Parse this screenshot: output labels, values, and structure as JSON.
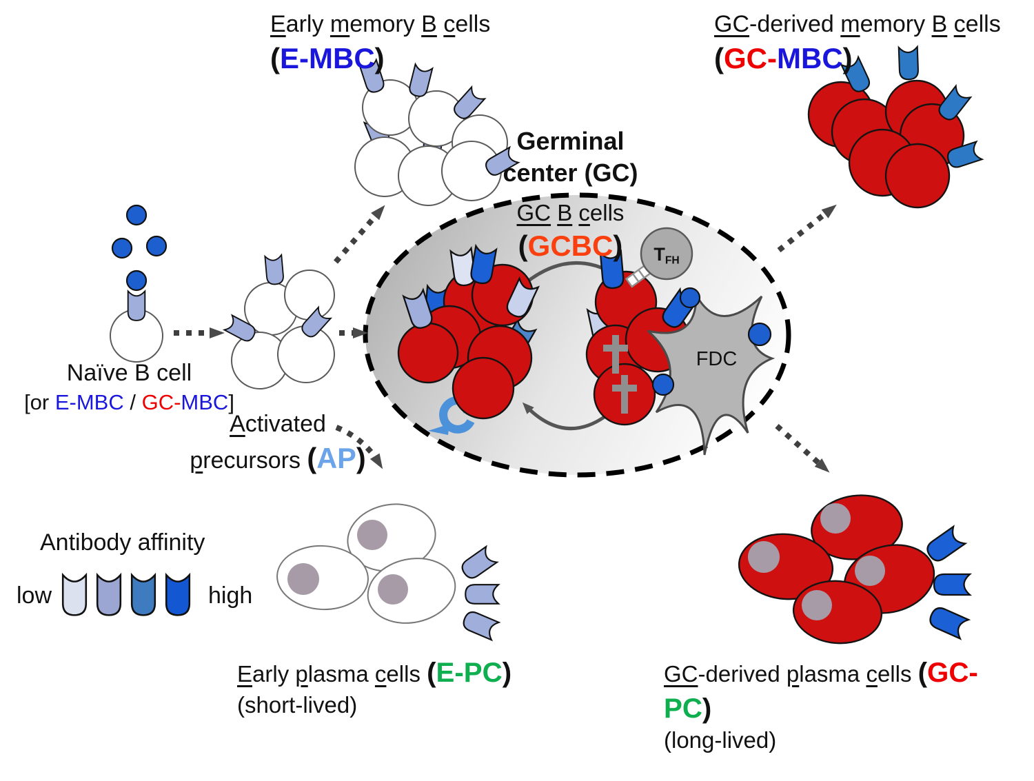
{
  "colors": {
    "blue": "#1A16DB",
    "red": "#EE0000",
    "green": "#0FAF4F",
    "orange": "#FB400F",
    "lightblue": "#6CA4E9",
    "text": "#111111"
  },
  "affinity": {
    "title": "Antibody affinity",
    "low": "low",
    "high": "high",
    "scale": [
      "#DCE1F0",
      "#9BA7D2",
      "#3E7CBF",
      "#1457D2"
    ]
  },
  "labels": {
    "e_mbc": {
      "line1": [
        {
          "t": "E",
          "u": 1
        },
        {
          "t": "arly "
        },
        {
          "t": "m",
          "u": 1
        },
        {
          "t": "emory "
        },
        {
          "t": "B",
          "u": 1
        },
        {
          "t": " "
        },
        {
          "t": "c",
          "u": 1
        },
        {
          "t": "ells"
        }
      ],
      "line2": [
        {
          "t": "("
        },
        {
          "t": "E-MBC",
          "c": "blue",
          "b": 1
        },
        {
          "t": ")"
        }
      ]
    },
    "gc_mbc": {
      "line1": [
        {
          "t": "GC",
          "u": 1
        },
        {
          "t": "-derived "
        },
        {
          "t": "m",
          "u": 1
        },
        {
          "t": "emory "
        },
        {
          "t": "B",
          "u": 1
        },
        {
          "t": " "
        },
        {
          "t": "c",
          "u": 1
        },
        {
          "t": "ells"
        }
      ],
      "line2": [
        {
          "t": "("
        },
        {
          "t": "GC-",
          "c": "red",
          "b": 1
        },
        {
          "t": "MBC",
          "c": "blue",
          "b": 1
        },
        {
          "t": ")"
        }
      ]
    },
    "gc_title": {
      "line1": "Germinal",
      "line2": "center (GC)"
    },
    "gcbc": {
      "line1": [
        {
          "t": "GC",
          "u": 1
        },
        {
          "t": " "
        },
        {
          "t": "B",
          "u": 1
        },
        {
          "t": " "
        },
        {
          "t": "c",
          "u": 1
        },
        {
          "t": "ells"
        }
      ],
      "line2": [
        {
          "t": "("
        },
        {
          "t": "GCBC",
          "c": "orange",
          "b": 1
        },
        {
          "t": ")"
        }
      ]
    },
    "naive": {
      "line1": "Naïve B cell",
      "line2": [
        {
          "t": "[or "
        },
        {
          "t": "E-MBC",
          "c": "blue"
        },
        {
          "t": " / "
        },
        {
          "t": "GC-",
          "c": "red"
        },
        {
          "t": "MBC",
          "c": "blue"
        },
        {
          "t": "]"
        }
      ]
    },
    "ap": {
      "line1": [
        {
          "t": "A",
          "u": 1
        },
        {
          "t": "ctivated"
        }
      ],
      "line2": [
        {
          "t": "p",
          "u": 1
        },
        {
          "t": "recursors "
        },
        {
          "t": "(",
          "big": 1
        },
        {
          "t": "AP",
          "c": "lightblue",
          "b": 1,
          "big": 1
        },
        {
          "t": ")",
          "big": 1
        }
      ]
    },
    "e_pc": {
      "line1": [
        {
          "t": "E",
          "u": 1
        },
        {
          "t": "arly "
        },
        {
          "t": "p",
          "u": 1
        },
        {
          "t": "lasma "
        },
        {
          "t": "c",
          "u": 1
        },
        {
          "t": "ells "
        },
        {
          "t": "(",
          "big": 1
        },
        {
          "t": "E-PC",
          "c": "green",
          "b": 1,
          "big": 1
        },
        {
          "t": ")",
          "big": 1
        }
      ],
      "line2": "(short-lived)"
    },
    "gc_pc": {
      "line1": [
        {
          "t": "GC",
          "u": 1
        },
        {
          "t": "-derived "
        },
        {
          "t": "p",
          "u": 1
        },
        {
          "t": "lasma "
        },
        {
          "t": "c",
          "u": 1
        },
        {
          "t": "ells "
        },
        {
          "t": "(",
          "big": 1
        },
        {
          "t": "GC-",
          "c": "red",
          "b": 1,
          "big": 1
        }
      ],
      "line2": [
        {
          "t": "PC",
          "c": "green",
          "b": 1,
          "big": 1
        },
        {
          "t": ")",
          "big": 1
        }
      ],
      "line3": "(long-lived)"
    },
    "tfh": [
      {
        "t": "T",
        "b": 1
      },
      {
        "t": "FH",
        "b": 1,
        "sub": 1
      }
    ],
    "fdc": "FDC"
  }
}
